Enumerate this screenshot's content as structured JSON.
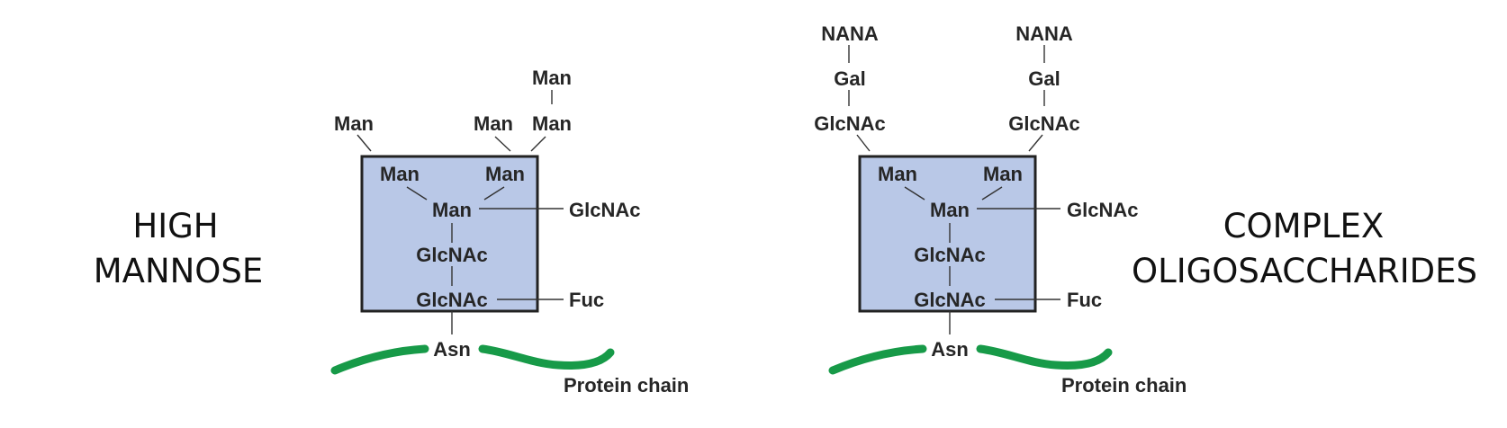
{
  "colors": {
    "core_fill": "#b9c8e7",
    "chain": "#179a48"
  },
  "left": {
    "caption_line1": "HIGH",
    "caption_line2": "MANNOSE",
    "outer": {
      "man_a": "Man",
      "man_b": "Man",
      "man_c": "Man",
      "man_top": "Man"
    },
    "core": {
      "man_left": "Man",
      "man_right": "Man",
      "man_center": "Man",
      "glcnac_upper": "GlcNAc",
      "glcnac_lower": "GlcNAc"
    },
    "branch_glcnac": "GlcNAc",
    "fuc": "Fuc",
    "asn": "Asn",
    "protein_chain": "Protein chain"
  },
  "right": {
    "caption_line1": "COMPLEX",
    "caption_line2": "OLIGOSACCHARIDES",
    "arm_left": {
      "nana": "NANA",
      "gal": "Gal",
      "glcnac": "GlcNAc"
    },
    "arm_right": {
      "nana": "NANA",
      "gal": "Gal",
      "glcnac": "GlcNAc"
    },
    "core": {
      "man_left": "Man",
      "man_right": "Man",
      "man_center": "Man",
      "glcnac_upper": "GlcNAc",
      "glcnac_lower": "GlcNAc"
    },
    "branch_glcnac": "GlcNAc",
    "fuc": "Fuc",
    "asn": "Asn",
    "protein_chain": "Protein chain"
  }
}
